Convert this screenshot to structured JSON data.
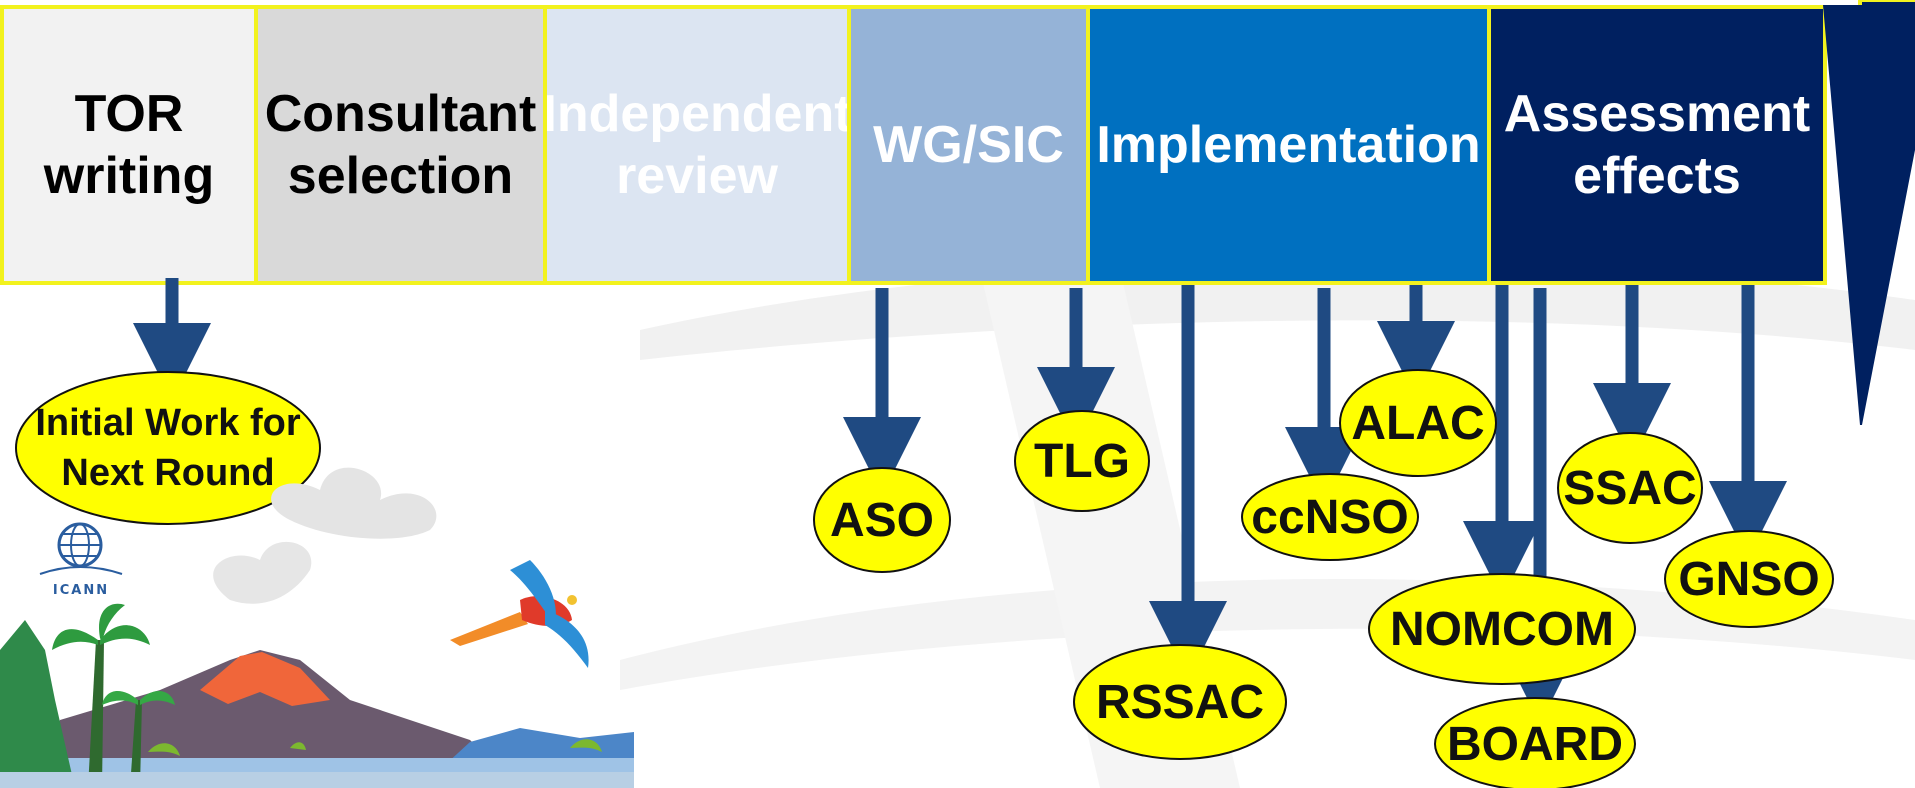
{
  "stages": [
    {
      "lines": [
        "TOR",
        "writing"
      ]
    },
    {
      "lines": [
        "Consultant",
        "selection"
      ]
    },
    {
      "lines": [
        "Independent",
        "review"
      ]
    },
    {
      "lines": [
        "WG/SIC"
      ]
    },
    {
      "lines": [
        "Implementation"
      ]
    },
    {
      "lines": [
        "Assessment",
        "effects"
      ]
    }
  ],
  "stakeholders": [
    {
      "label": "Initial Work for Next Round"
    },
    {
      "label": "ASO"
    },
    {
      "label": "TLG"
    },
    {
      "label": "RSSAC"
    },
    {
      "label": "ccNSO"
    },
    {
      "label": "ALAC"
    },
    {
      "label": "NOMCOM"
    },
    {
      "label": "BOARD"
    },
    {
      "label": "SSAC"
    },
    {
      "label": "GNSO"
    }
  ],
  "logo": {
    "text": "ICANN"
  },
  "colors": {
    "oval_fill": "#ffff00",
    "arrow": "#1f4a82",
    "stage_border": "#f2f21e"
  }
}
